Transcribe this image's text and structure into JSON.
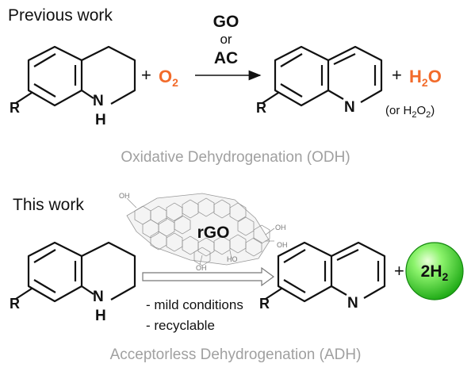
{
  "section_previous": "Previous work",
  "section_this": "This work",
  "reagents_top": {
    "line1": "GO",
    "line2": "or",
    "line3": "AC"
  },
  "plus": "+",
  "o2": {
    "base": "O",
    "sub": "2"
  },
  "h2o": {
    "pre": "H",
    "sub": "2",
    "post": "O"
  },
  "or_h2o2": {
    "pre": "(or H",
    "sub1": "2",
    "mid": "O",
    "sub2": "2",
    "post": ")"
  },
  "atom_r": "R",
  "atom_n": "N",
  "atom_h": "H",
  "caption_odh": "Oxidative Dehydrogenation (ODH)",
  "caption_adh": "Acceptorless Dehydrogenation (ADH)",
  "rgo_label": "rGO",
  "functional_groups": {
    "oh": "OH",
    "ho": "HO",
    "cooh_top": "OH",
    "cooh_bottom": "OH"
  },
  "condition_1": "- mild conditions",
  "condition_2": "- recyclable",
  "h2_product": {
    "coef": "2H",
    "sub": "2"
  },
  "colors": {
    "accent_orange": "#f26b2b",
    "caption_gray": "#a0a0a0",
    "green_light": "#b9ff9a",
    "green_dark": "#1faa16",
    "ink": "#111111"
  }
}
